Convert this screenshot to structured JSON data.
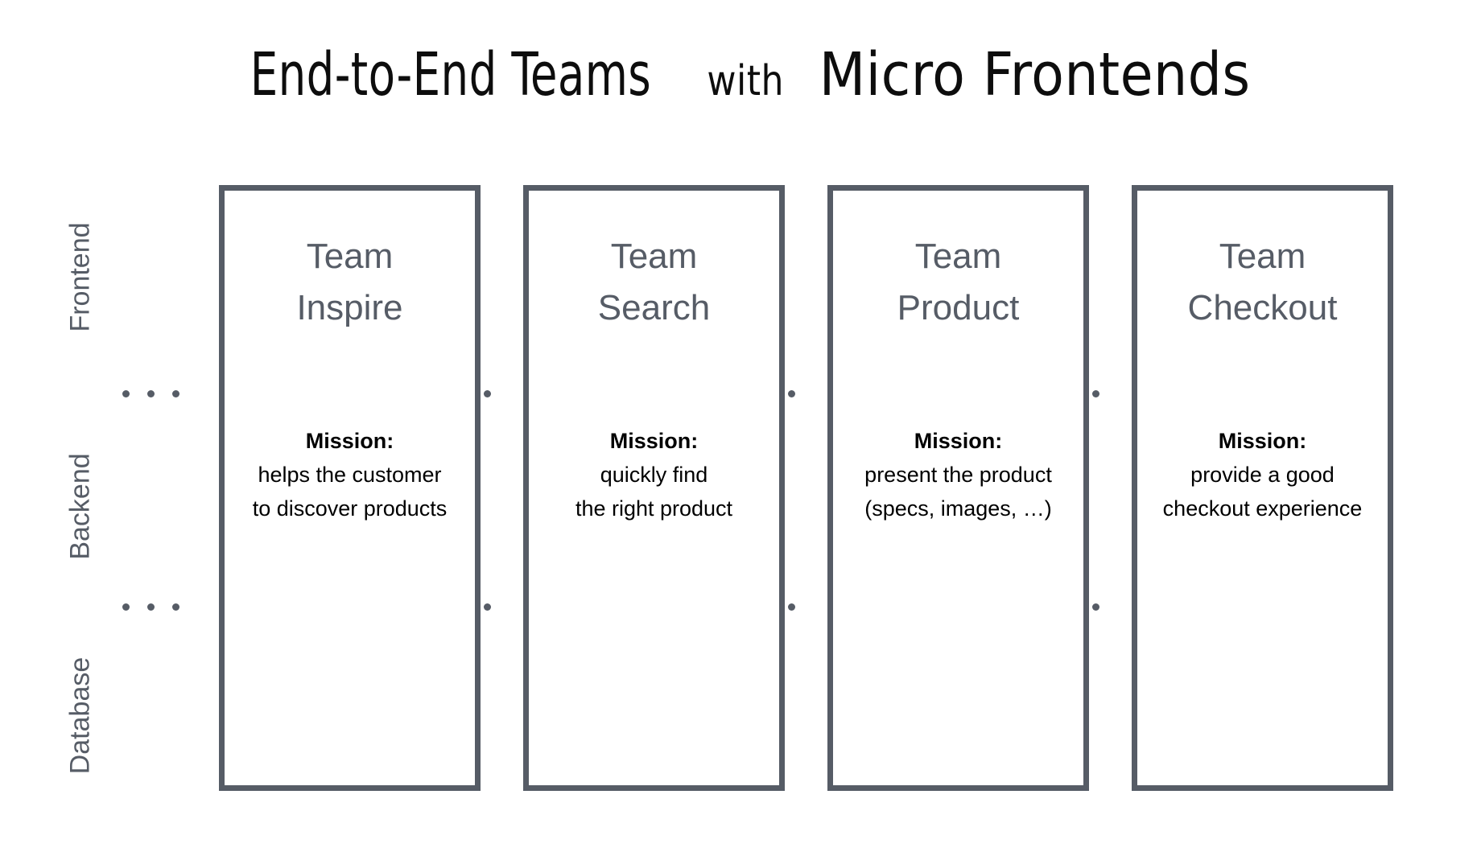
{
  "title": {
    "part_main": "End-to-End Teams",
    "part_with": "with",
    "part_tail": "Micro Frontends",
    "full": "End-to-End Teams with Micro Frontends"
  },
  "colors": {
    "accent": "#565C66",
    "text": "#000000",
    "background": "#ffffff"
  },
  "layers": [
    {
      "label": "Frontend"
    },
    {
      "label": "Backend"
    },
    {
      "label": "Database"
    }
  ],
  "separators": [
    {
      "name": "frontend-backend-divider"
    },
    {
      "name": "backend-database-divider"
    }
  ],
  "teams": [
    {
      "name_line1": "Team",
      "name_line2": "Inspire",
      "mission_label": "Mission:",
      "mission_line1": "helps the customer",
      "mission_line2": "to discover products"
    },
    {
      "name_line1": "Team",
      "name_line2": "Search",
      "mission_label": "Mission:",
      "mission_line1": "quickly find",
      "mission_line2": "the right product"
    },
    {
      "name_line1": "Team",
      "name_line2": "Product",
      "mission_label": "Mission:",
      "mission_line1": "present the product",
      "mission_line2": "(specs, images, …)"
    },
    {
      "name_line1": "Team",
      "name_line2": "Checkout",
      "mission_label": "Mission:",
      "mission_line1": "provide a good",
      "mission_line2": "checkout experience"
    }
  ]
}
